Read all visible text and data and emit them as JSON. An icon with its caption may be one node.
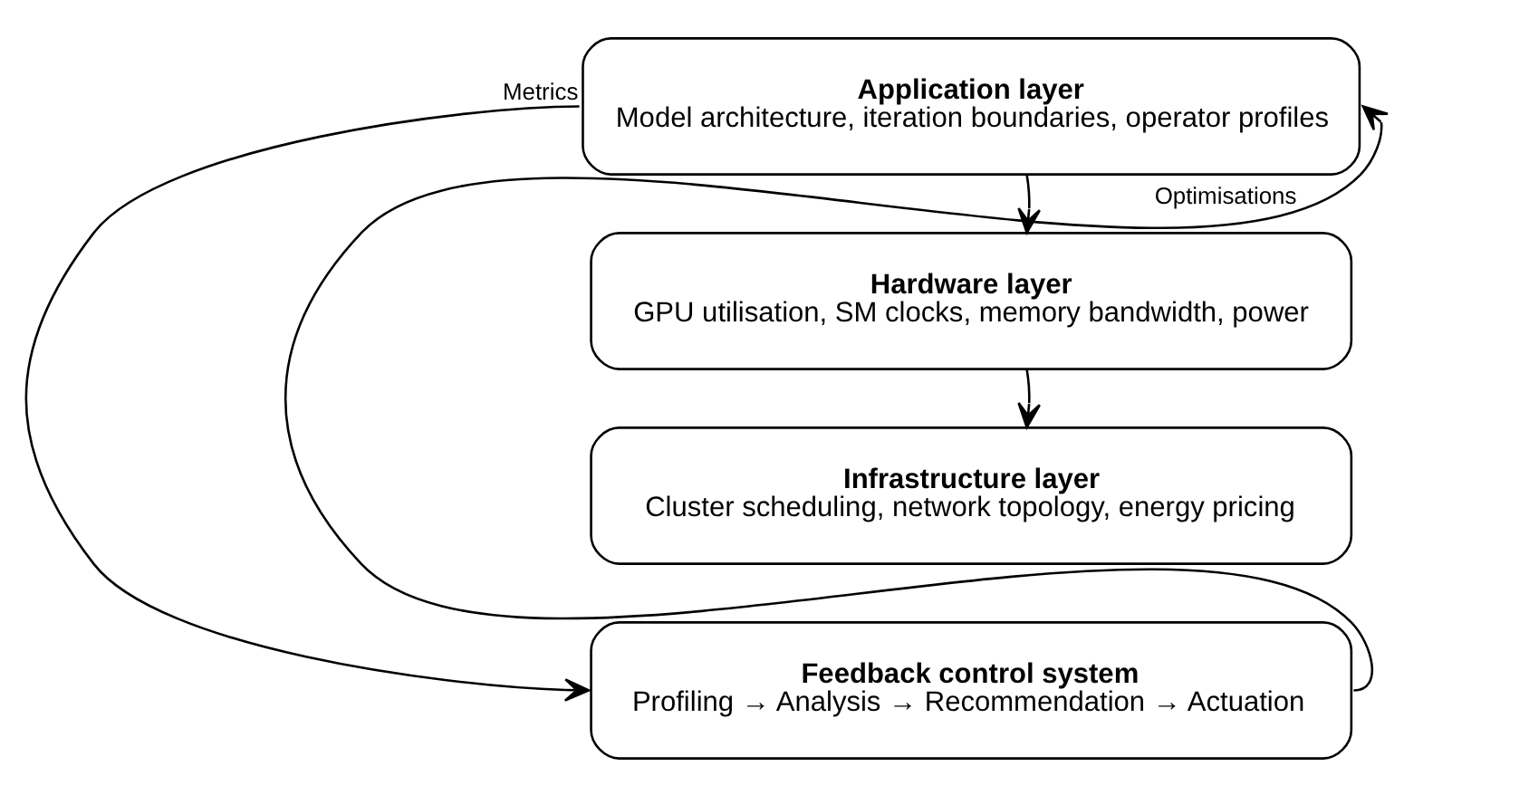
{
  "diagram": {
    "nodes": [
      {
        "text": [
          "Application layer",
          "Model architecture, iteration boundaries, operator profiles"
        ]
      },
      {
        "text": [
          "Hardware layer",
          "GPU utilisation, SM clocks, memory bandwidth, power"
        ]
      },
      {
        "text": [
          "Infrastructure layer",
          "Cluster scheduling, network topology, energy pricing"
        ]
      },
      {
        "text": [
          "Feedback control system",
          "Profiling → Analysis → Recommendation → Actuation"
        ]
      }
    ],
    "edges": [
      {
        "from": 0,
        "to": 1,
        "arrow": "to"
      },
      {
        "from": 1,
        "to": 2,
        "arrow": "to"
      },
      {
        "from": 0,
        "to": 3,
        "arrow": "to",
        "label": "Metrics"
      },
      {
        "from": 3,
        "to": 0,
        "arrow": "to",
        "label": "Optimisations"
      }
    ]
  }
}
